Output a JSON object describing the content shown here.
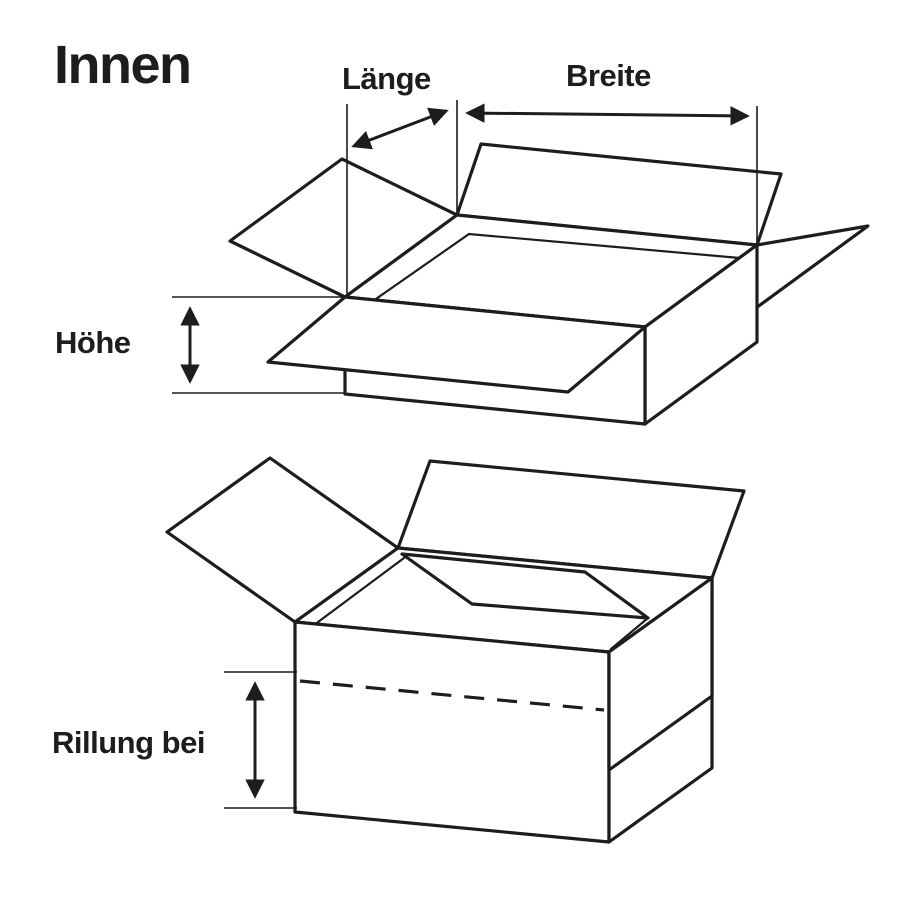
{
  "title": {
    "text": "Innen"
  },
  "dims": {
    "laenge": "Länge",
    "breite": "Breite",
    "hoehe": "Höhe",
    "rillung": "Rillung bei"
  },
  "colors": {
    "line": "#1d1d1b",
    "background": "#ffffff"
  },
  "icons": {
    "dimension_arrow": "double-headed-arrow"
  }
}
